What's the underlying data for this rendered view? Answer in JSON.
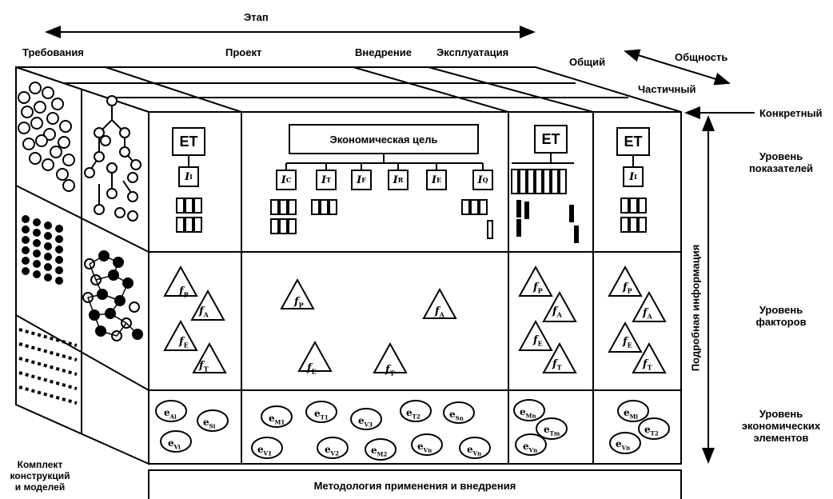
{
  "labels": {
    "stage": "Этап",
    "requirements": "Требования",
    "project": "Проект",
    "implementation": "Внедрение",
    "operation": "Эксплуатация",
    "general": "Общий",
    "generality": "Общность",
    "partial": "Частичный",
    "concrete": "Конкретный",
    "level_indicators_1": "Уровень",
    "level_indicators_2": "показателей",
    "level_factors_1": "Уровень",
    "level_factors_2": "факторов",
    "level_elements_1": "Уровень",
    "level_elements_2": "экономических",
    "level_elements_3": "элементов",
    "detailed_info": "Подробная информация",
    "kit_1": "Комплект",
    "kit_2": "конструкций",
    "kit_3": "и моделей",
    "methodology": "Методология применения и внедрения",
    "economic_goal": "Экономическая цель",
    "et": "ЕТ"
  },
  "indicators": {
    "req": {
      "sym": "I",
      "sub": "I"
    },
    "proj": [
      {
        "sym": "I",
        "sub": "C"
      },
      {
        "sym": "I",
        "sub": "T"
      },
      {
        "sym": "I",
        "sub": "F"
      },
      {
        "sym": "I",
        "sub": "R"
      },
      {
        "sym": "I",
        "sub": "E"
      },
      {
        "sym": "I",
        "sub": "Q"
      }
    ],
    "oper": {
      "sym": "I",
      "sub": "I"
    }
  },
  "factors": {
    "req": [
      {
        "sym": "f",
        "sub": "P"
      },
      {
        "sym": "f",
        "sub": "A"
      },
      {
        "sym": "f",
        "sub": "E"
      },
      {
        "sym": "f",
        "sub": "T"
      }
    ],
    "proj": [
      {
        "sym": "f",
        "sub": "P"
      },
      {
        "sym": "f",
        "sub": "A"
      },
      {
        "sym": "f",
        "sub": "E"
      },
      {
        "sym": "f",
        "sub": "T"
      }
    ],
    "impl": [
      {
        "sym": "f",
        "sub": "P"
      },
      {
        "sym": "f",
        "sub": "A"
      },
      {
        "sym": "f",
        "sub": "E"
      },
      {
        "sym": "f",
        "sub": "T"
      }
    ],
    "oper": [
      {
        "sym": "f",
        "sub": "P"
      },
      {
        "sym": "f",
        "sub": "A"
      },
      {
        "sym": "f",
        "sub": "E"
      },
      {
        "sym": "f",
        "sub": "T"
      }
    ]
  },
  "elements": {
    "req": [
      {
        "sym": "e",
        "sub": "Ai"
      },
      {
        "sym": "e",
        "sub": "Si"
      },
      {
        "sym": "e",
        "sub": "Vi"
      }
    ],
    "proj": [
      {
        "sym": "e",
        "sub": "M1"
      },
      {
        "sym": "e",
        "sub": "T1"
      },
      {
        "sym": "e",
        "sub": "V3"
      },
      {
        "sym": "e",
        "sub": "T2"
      },
      {
        "sym": "e",
        "sub": "Sn"
      },
      {
        "sym": "e",
        "sub": "V1"
      },
      {
        "sym": "e",
        "sub": "V2"
      },
      {
        "sym": "e",
        "sub": "M2"
      },
      {
        "sym": "e",
        "sub": "Vn"
      },
      {
        "sym": "e",
        "sub": "Vn"
      }
    ],
    "impl": [
      {
        "sym": "e",
        "sub": "Mn"
      },
      {
        "sym": "e",
        "sub": "Tm"
      },
      {
        "sym": "e",
        "sub": "Vn"
      }
    ],
    "oper": [
      {
        "sym": "e",
        "sub": "Mi"
      },
      {
        "sym": "e",
        "sub": "T2"
      },
      {
        "sym": "e",
        "sub": "Vn"
      }
    ]
  }
}
